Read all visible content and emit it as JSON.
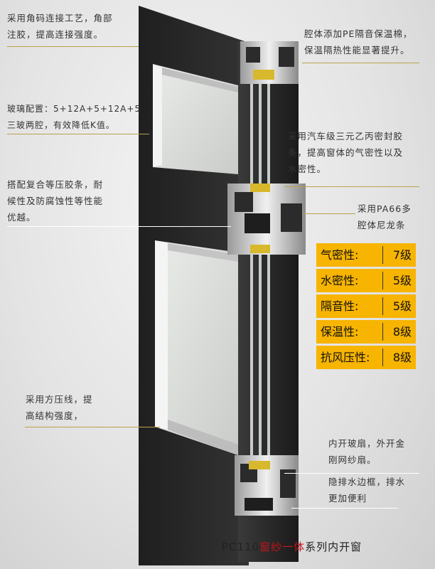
{
  "notes": {
    "tl": "采用角码连接工艺，角部\n注胶，提高连接强度。",
    "tr": "腔体添加PE隔音保温棉，\n保温隔热性能显著提升。",
    "glass": "玻璃配置：5+12A+5+12A+5\n三玻两腔，有效降低K值。",
    "seal": "采用汽车级三元乙丙密封胶\n条，提高窗体的气密性以及\n水密性。",
    "gasket": "搭配复合等压胶条，耐\n候性及防腐蚀性等性能\n优越。",
    "pa66": "采用PA66多\n腔体尼龙条",
    "line": "采用方压线，提\n高结构强度，",
    "screen": "内开玻扇，外开金\n刚网纱扇。",
    "drain": "隐排水边框，排水\n更加便利"
  },
  "specs": [
    {
      "label": "气密性:",
      "value": "7级"
    },
    {
      "label": "水密性:",
      "value": "5级"
    },
    {
      "label": "隔音性:",
      "value": "5级"
    },
    {
      "label": "保温性:",
      "value": "8级"
    },
    {
      "label": "抗风压性:",
      "value": "8级"
    }
  ],
  "title": {
    "prefix": "PC110",
    "highlight": "窗纱一体",
    "suffix": "系列内开窗"
  },
  "colors": {
    "accent": "#f7b400",
    "frame": "#2a2a2a",
    "title_red": "#c0151b",
    "leader": "#b8a24a"
  }
}
